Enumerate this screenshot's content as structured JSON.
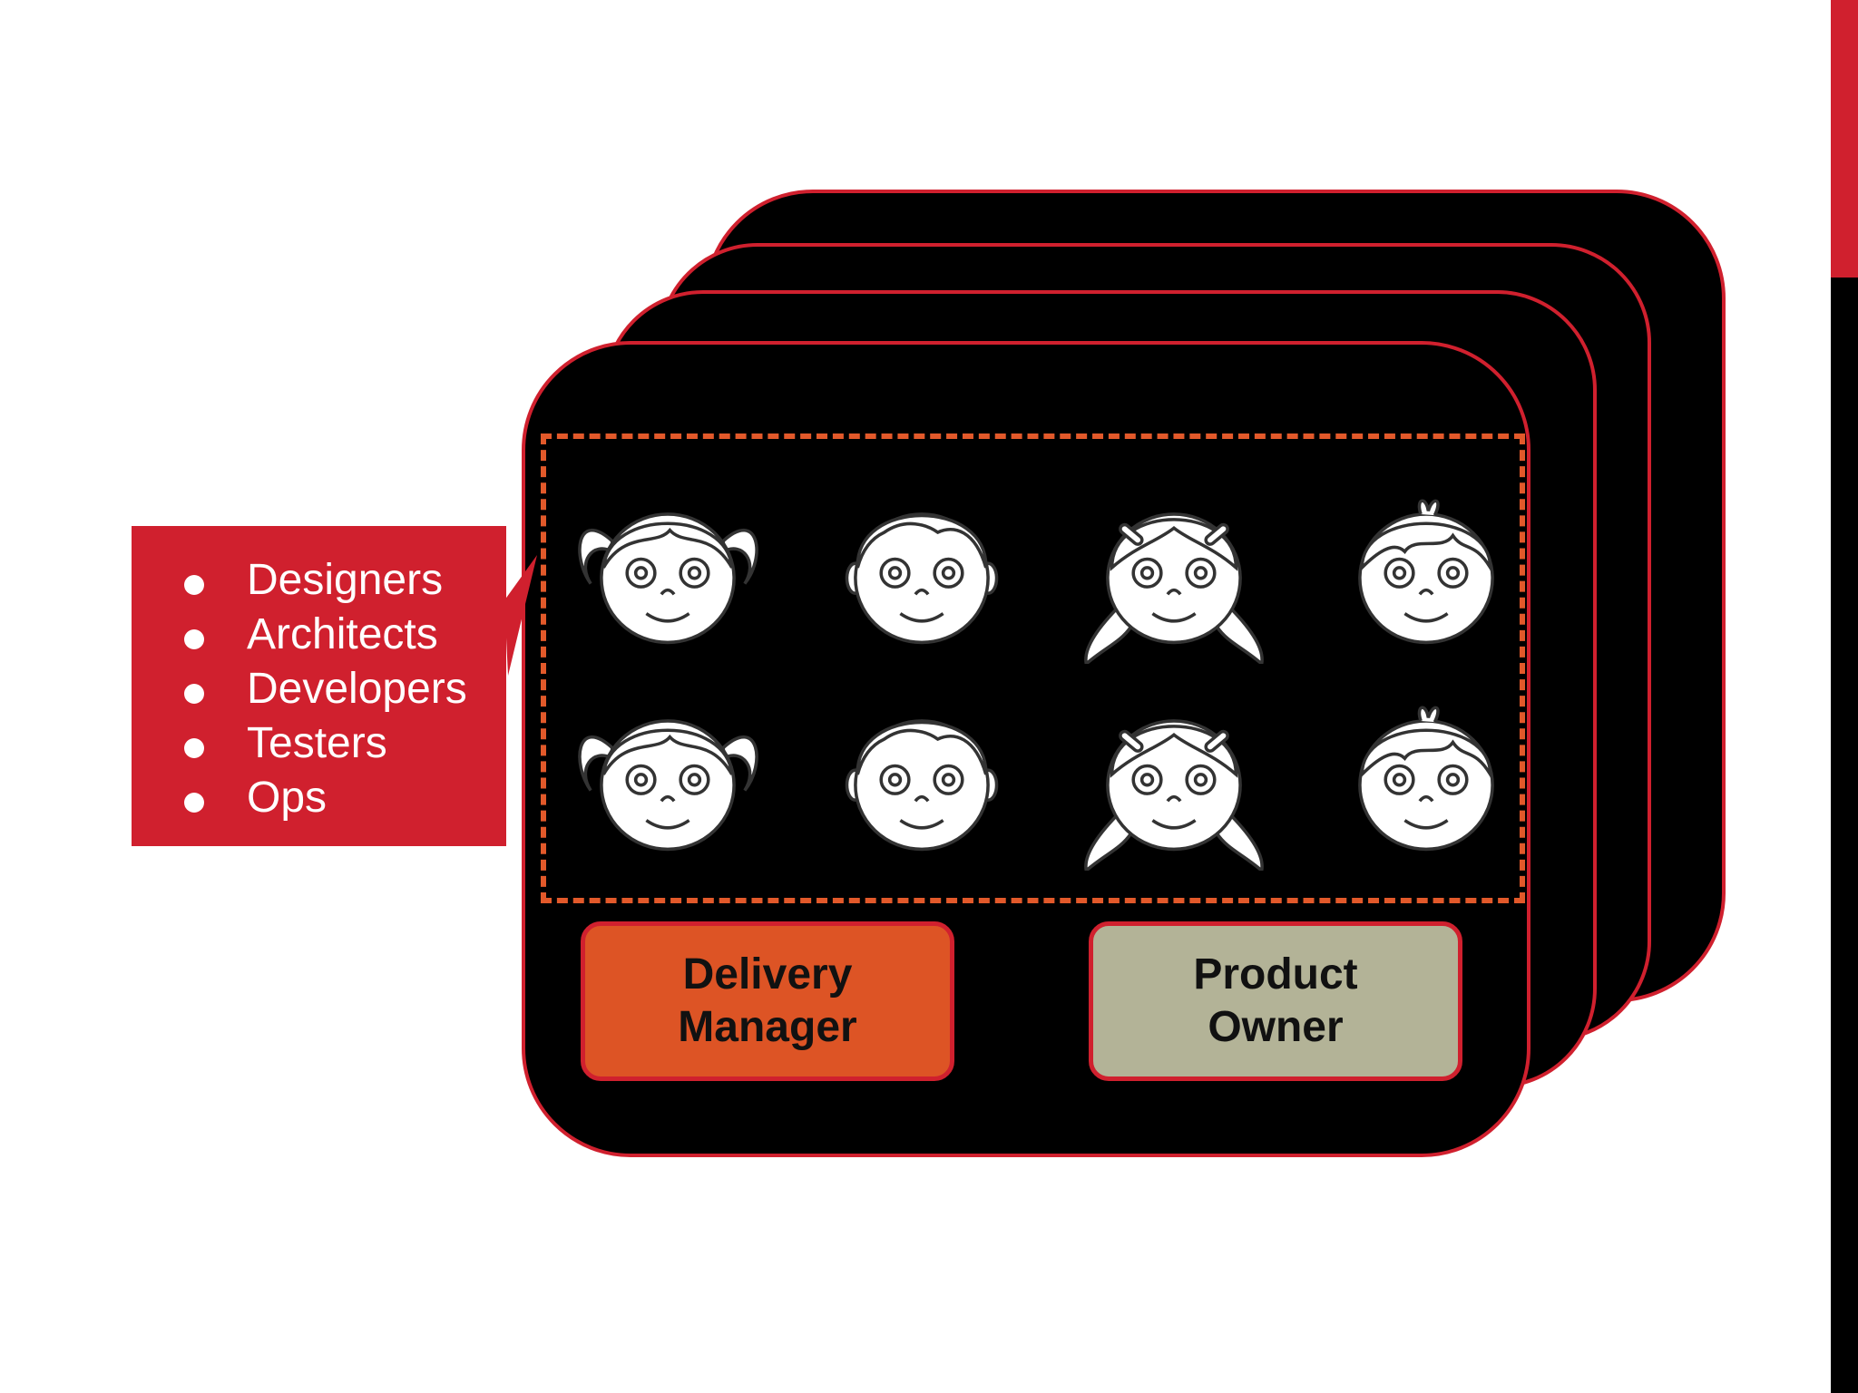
{
  "callout": {
    "items": [
      "Designers",
      "Architects",
      "Developers",
      "Testers",
      "Ops"
    ]
  },
  "team": {
    "members": [
      {
        "icon": "girl-pigtails-face-icon",
        "style": "pigtails-up"
      },
      {
        "icon": "boy-face-icon",
        "style": "short-hair"
      },
      {
        "icon": "girl-clips-face-icon",
        "style": "pigtails-down"
      },
      {
        "icon": "boy-spiky-face-icon",
        "style": "spiky"
      },
      {
        "icon": "girl-pigtails-face-icon",
        "style": "pigtails-up"
      },
      {
        "icon": "boy-face-icon",
        "style": "short-hair"
      },
      {
        "icon": "girl-clips-face-icon",
        "style": "pigtails-down"
      },
      {
        "icon": "boy-spiky-face-icon",
        "style": "spiky"
      }
    ]
  },
  "roles": {
    "delivery_manager": {
      "line1": "Delivery",
      "line2": "Manager"
    },
    "product_owner": {
      "line1": "Product",
      "line2": "Owner"
    }
  },
  "colors": {
    "accent_red": "#d0202e",
    "card_black": "#000000",
    "dashed_orange": "#e2592a",
    "delivery_manager_fill": "#dd5425",
    "product_owner_fill": "#b3b397"
  }
}
